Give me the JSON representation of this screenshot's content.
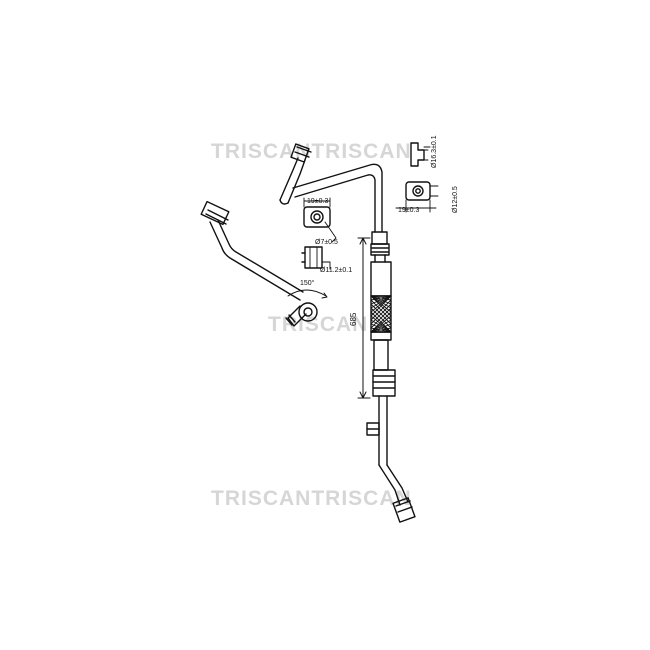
{
  "watermarks": {
    "top": "TRISCANTRISCAN",
    "middle": "TRISCAN",
    "bottom": "TRISCANTRISCAN"
  },
  "dimensions": {
    "upper_fitting_flat": "19±0.3",
    "upper_fitting_dia_inner": "Ø7±0.5",
    "upper_fitting_dia_outer": "Ø11.2±0.1",
    "bend_angle": "150°",
    "length": "685",
    "right_fitting_dia_top": "Ø16.3±0.1",
    "right_fitting_dia_side": "Ø12±0.5",
    "right_fitting_flat": "19±0.3"
  },
  "colors": {
    "line": "#111111",
    "watermark": "#d6d6d6",
    "background": "#ffffff"
  }
}
